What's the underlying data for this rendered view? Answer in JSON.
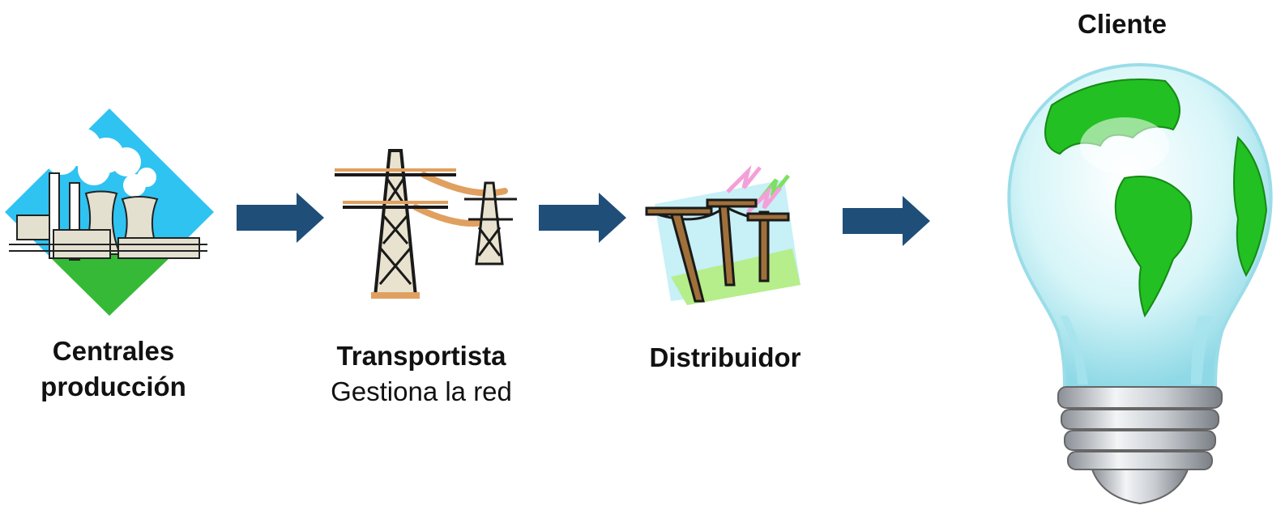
{
  "stages": [
    {
      "id": "production",
      "title_line1": "Centrales",
      "title_line2": "producción",
      "icon": "power-plant-icon"
    },
    {
      "id": "transport",
      "title": "Transportista",
      "subtitle": "Gestiona la red",
      "icon": "transmission-tower-icon"
    },
    {
      "id": "distribution",
      "title": "Distribuidor",
      "icon": "utility-pole-icon"
    },
    {
      "id": "client",
      "title": "Cliente",
      "icon": "globe-lightbulb-icon"
    }
  ],
  "colors": {
    "arrow": "#1F4E79",
    "sky": "#2FC3F2",
    "grass": "#36B936",
    "globe_green": "#22C022",
    "bulb_glass": "#BFEFF5"
  }
}
